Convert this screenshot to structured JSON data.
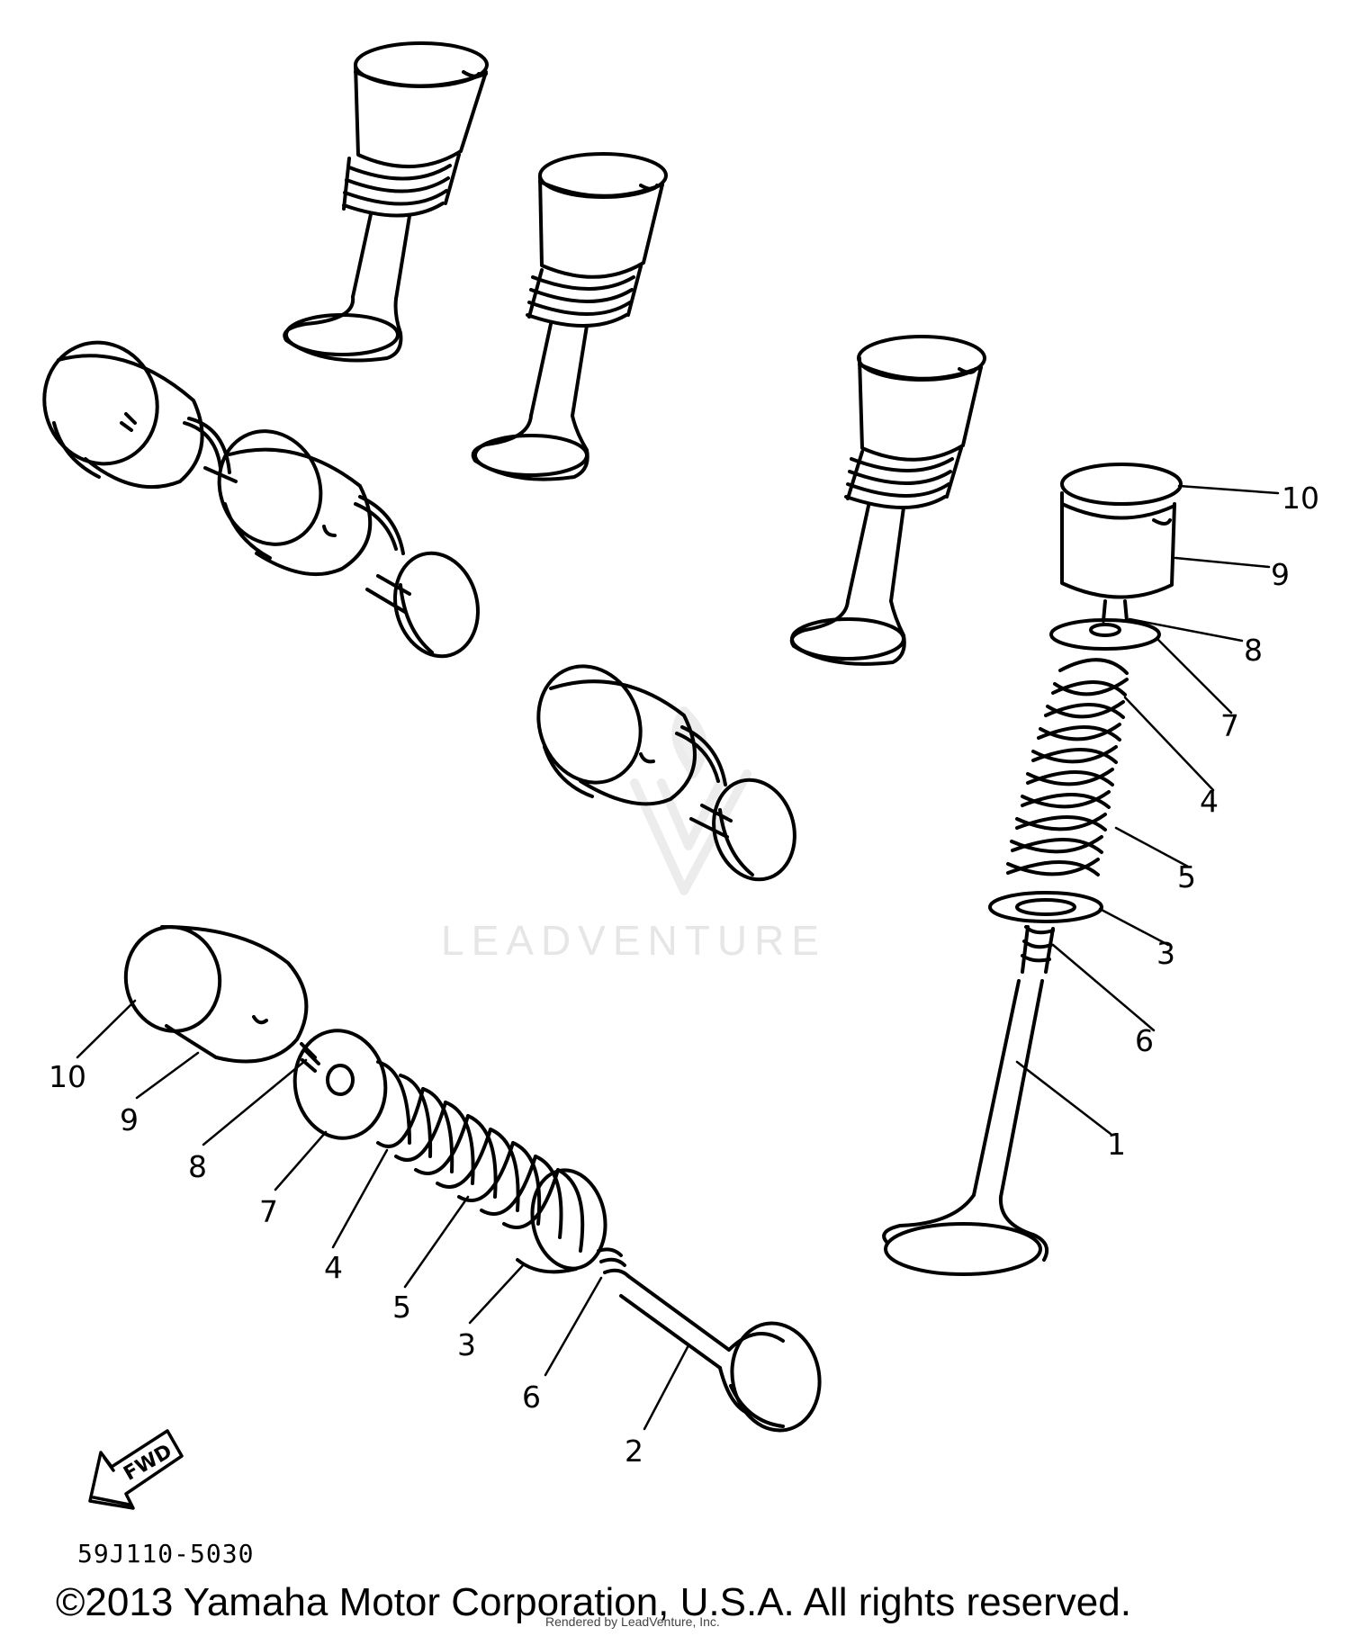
{
  "watermark": {
    "text": "LEADVENTURE"
  },
  "fwd_label": "FWD",
  "part_number": "59J110-5030",
  "copyright": "©2013 Yamaha Motor Corporation, U.S.A. All rights reserved.",
  "rendered_by": "Rendered by LeadVenture, Inc.",
  "callouts_right": {
    "c10": "10",
    "c9": "9",
    "c8": "8",
    "c7": "7",
    "c4": "4",
    "c5": "5",
    "c3": "3",
    "c6": "6",
    "c1": "1"
  },
  "callouts_left": {
    "c10": "10",
    "c9": "9",
    "c8": "8",
    "c7": "7",
    "c4": "4",
    "c5": "5",
    "c3": "3",
    "c6": "6",
    "c2": "2"
  }
}
